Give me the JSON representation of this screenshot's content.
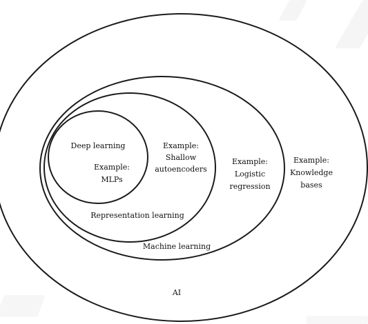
{
  "diagram": {
    "sets": [
      {
        "id": "ai",
        "label": "AI",
        "example_lines": [
          "Example:",
          "Knowledge",
          "bases"
        ]
      },
      {
        "id": "ml",
        "label": "Machine learning",
        "example_lines": [
          "Example:",
          "Logistic",
          "regression"
        ]
      },
      {
        "id": "rl",
        "label": "Representation learning",
        "example_lines": [
          "Example:",
          "Shallow",
          "autoencoders"
        ]
      },
      {
        "id": "dl",
        "label": "Deep learning",
        "example_lines": [
          "Example:",
          "MLPs"
        ]
      }
    ]
  }
}
